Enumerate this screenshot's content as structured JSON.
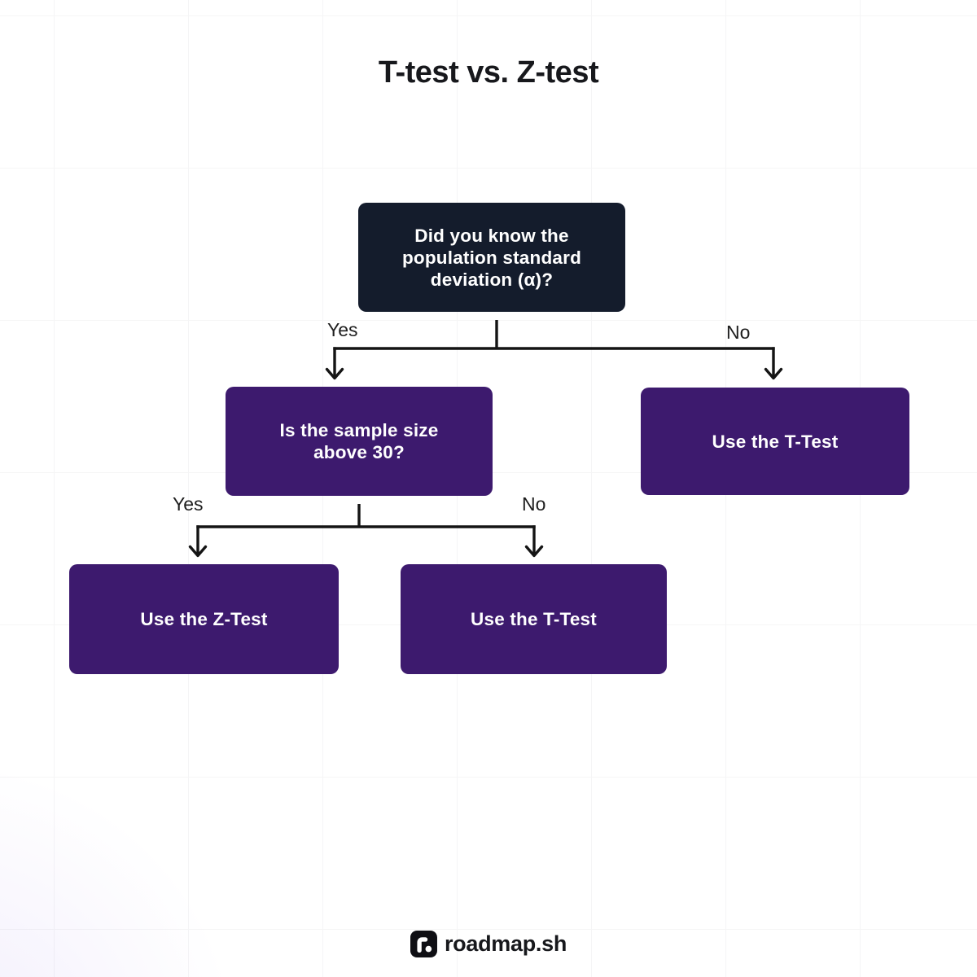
{
  "title": "T-test vs. Z-test",
  "flowchart": {
    "root": {
      "text": "Did you know the\npopulation standard\ndeviation (α)?"
    },
    "level1": {
      "yes_label": "Yes",
      "no_label": "No",
      "yes_node": {
        "text": "Is the sample size\nabove 30?"
      },
      "no_node": {
        "text": "Use the T-Test"
      }
    },
    "level2": {
      "yes_label": "Yes",
      "no_label": "No",
      "yes_node": {
        "text": "Use the Z-Test"
      },
      "no_node": {
        "text": "Use the T-Test"
      }
    }
  },
  "footer": {
    "brand": "roadmap.sh"
  },
  "colors": {
    "question_node_bg": "#141c2c",
    "answer_node_bg": "#3d1a6e",
    "node_text": "#ffffff",
    "connector": "#141414",
    "title_text": "#17181c",
    "grid_line": "#f5f5f6"
  }
}
